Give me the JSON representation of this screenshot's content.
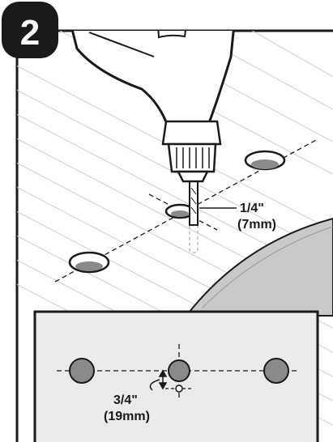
{
  "step": {
    "number": "2"
  },
  "drill_bit": {
    "line1": "1/4\"",
    "line2": "(7mm)"
  },
  "inset": {
    "offset_line1": "3/4\"",
    "offset_line2": "(19mm)"
  },
  "colors": {
    "ink": "#1a1a1a",
    "hole_fill": "#8a8a8a",
    "inset_bg": "#ebebeb",
    "table_shade": "#c9c9c9"
  }
}
